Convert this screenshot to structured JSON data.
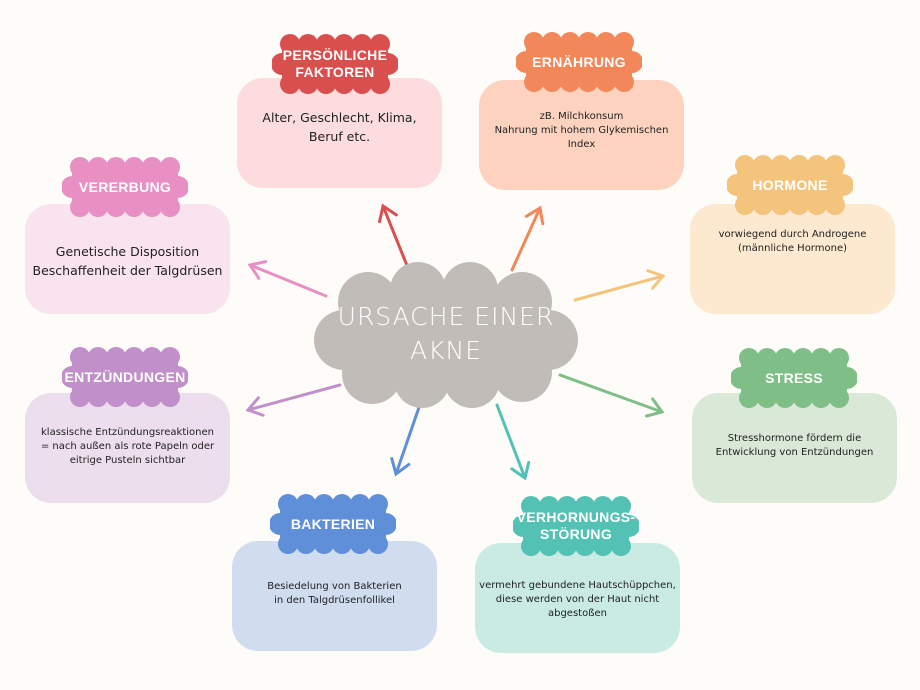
{
  "center": {
    "title": "URSACHE EINER\nAKNE",
    "color": "#c2bcb8"
  },
  "background": "#fdfcf8",
  "nodes": [
    {
      "id": "persoenliche-faktoren",
      "label": "PERSÖNLICHE\nFAKTOREN",
      "text": "Alter, Geschlecht, Klima,\nBeruf etc.",
      "accent": "#d84f4e",
      "fill": "#fcdcdc"
    },
    {
      "id": "ernaehrung",
      "label": "ERNÄHRUNG",
      "text": "zB. Milchkonsum\nNahrung mit hohem Glykemischen\nIndex",
      "accent": "#f2875a",
      "fill": "#fdd3c0"
    },
    {
      "id": "vererbung",
      "label": "VERERBUNG",
      "text": "Genetische Disposition\nBeschaffenheit der Talgdrüsen",
      "accent": "#e88fc3",
      "fill": "#f9e3ee"
    },
    {
      "id": "hormone",
      "label": "HORMONE",
      "text": "vorwiegend durch Androgene\n(männliche Hormone)",
      "accent": "#f4c47c",
      "fill": "#fde8d0"
    },
    {
      "id": "entzuendungen",
      "label": "ENTZÜNDUNGEN",
      "text": "klassische Entzündungsreaktionen\n= nach außen als rote Papeln oder\neitrige Pusteln sichtbar",
      "accent": "#c18fc9",
      "fill": "#ecdeed"
    },
    {
      "id": "stress",
      "label": "STRESS",
      "text": "Stresshormone fördern die\nEntwicklung von Entzündungen",
      "accent": "#7fbe86",
      "fill": "#d9e8d7"
    },
    {
      "id": "bakterien",
      "label": "BAKTERIEN",
      "text": "Besiedelung von Bakterien\nin den Talgdrüsenfollikel",
      "accent": "#5f8fd8",
      "fill": "#d0ddef"
    },
    {
      "id": "verhornungsstoerung",
      "label": "VERHORNUNGS-\nSTÖRUNG",
      "text": "vermehrt gebundene Hautschüppchen,\ndiese werden von der Haut nicht\nabgestoßen",
      "accent": "#53c2b4",
      "fill": "#c9ebe3"
    }
  ]
}
